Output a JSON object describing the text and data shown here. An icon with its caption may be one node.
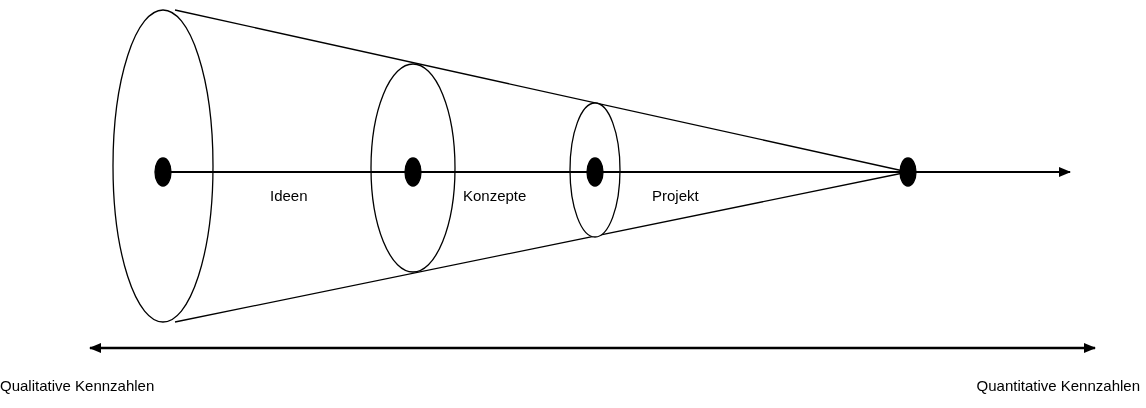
{
  "diagram": {
    "labels": [
      "Ideen",
      "Konzepte",
      "Projekt",
      "Qualitative Kennzahlen",
      "Quantitative Kennzahlen"
    ]
  }
}
